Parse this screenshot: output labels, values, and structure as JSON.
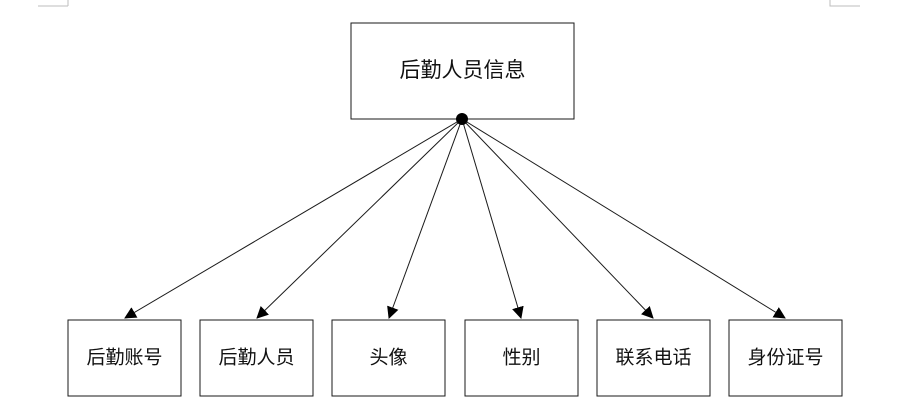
{
  "diagram": {
    "root": {
      "label": "后勤人员信息"
    },
    "children": [
      {
        "label": "后勤账号"
      },
      {
        "label": "后勤人员"
      },
      {
        "label": "头像"
      },
      {
        "label": "性别"
      },
      {
        "label": "联系电话"
      },
      {
        "label": "身份证号"
      }
    ]
  },
  "colors": {
    "stroke": "#1a1a1a",
    "text": "#111111",
    "background": "#ffffff"
  }
}
